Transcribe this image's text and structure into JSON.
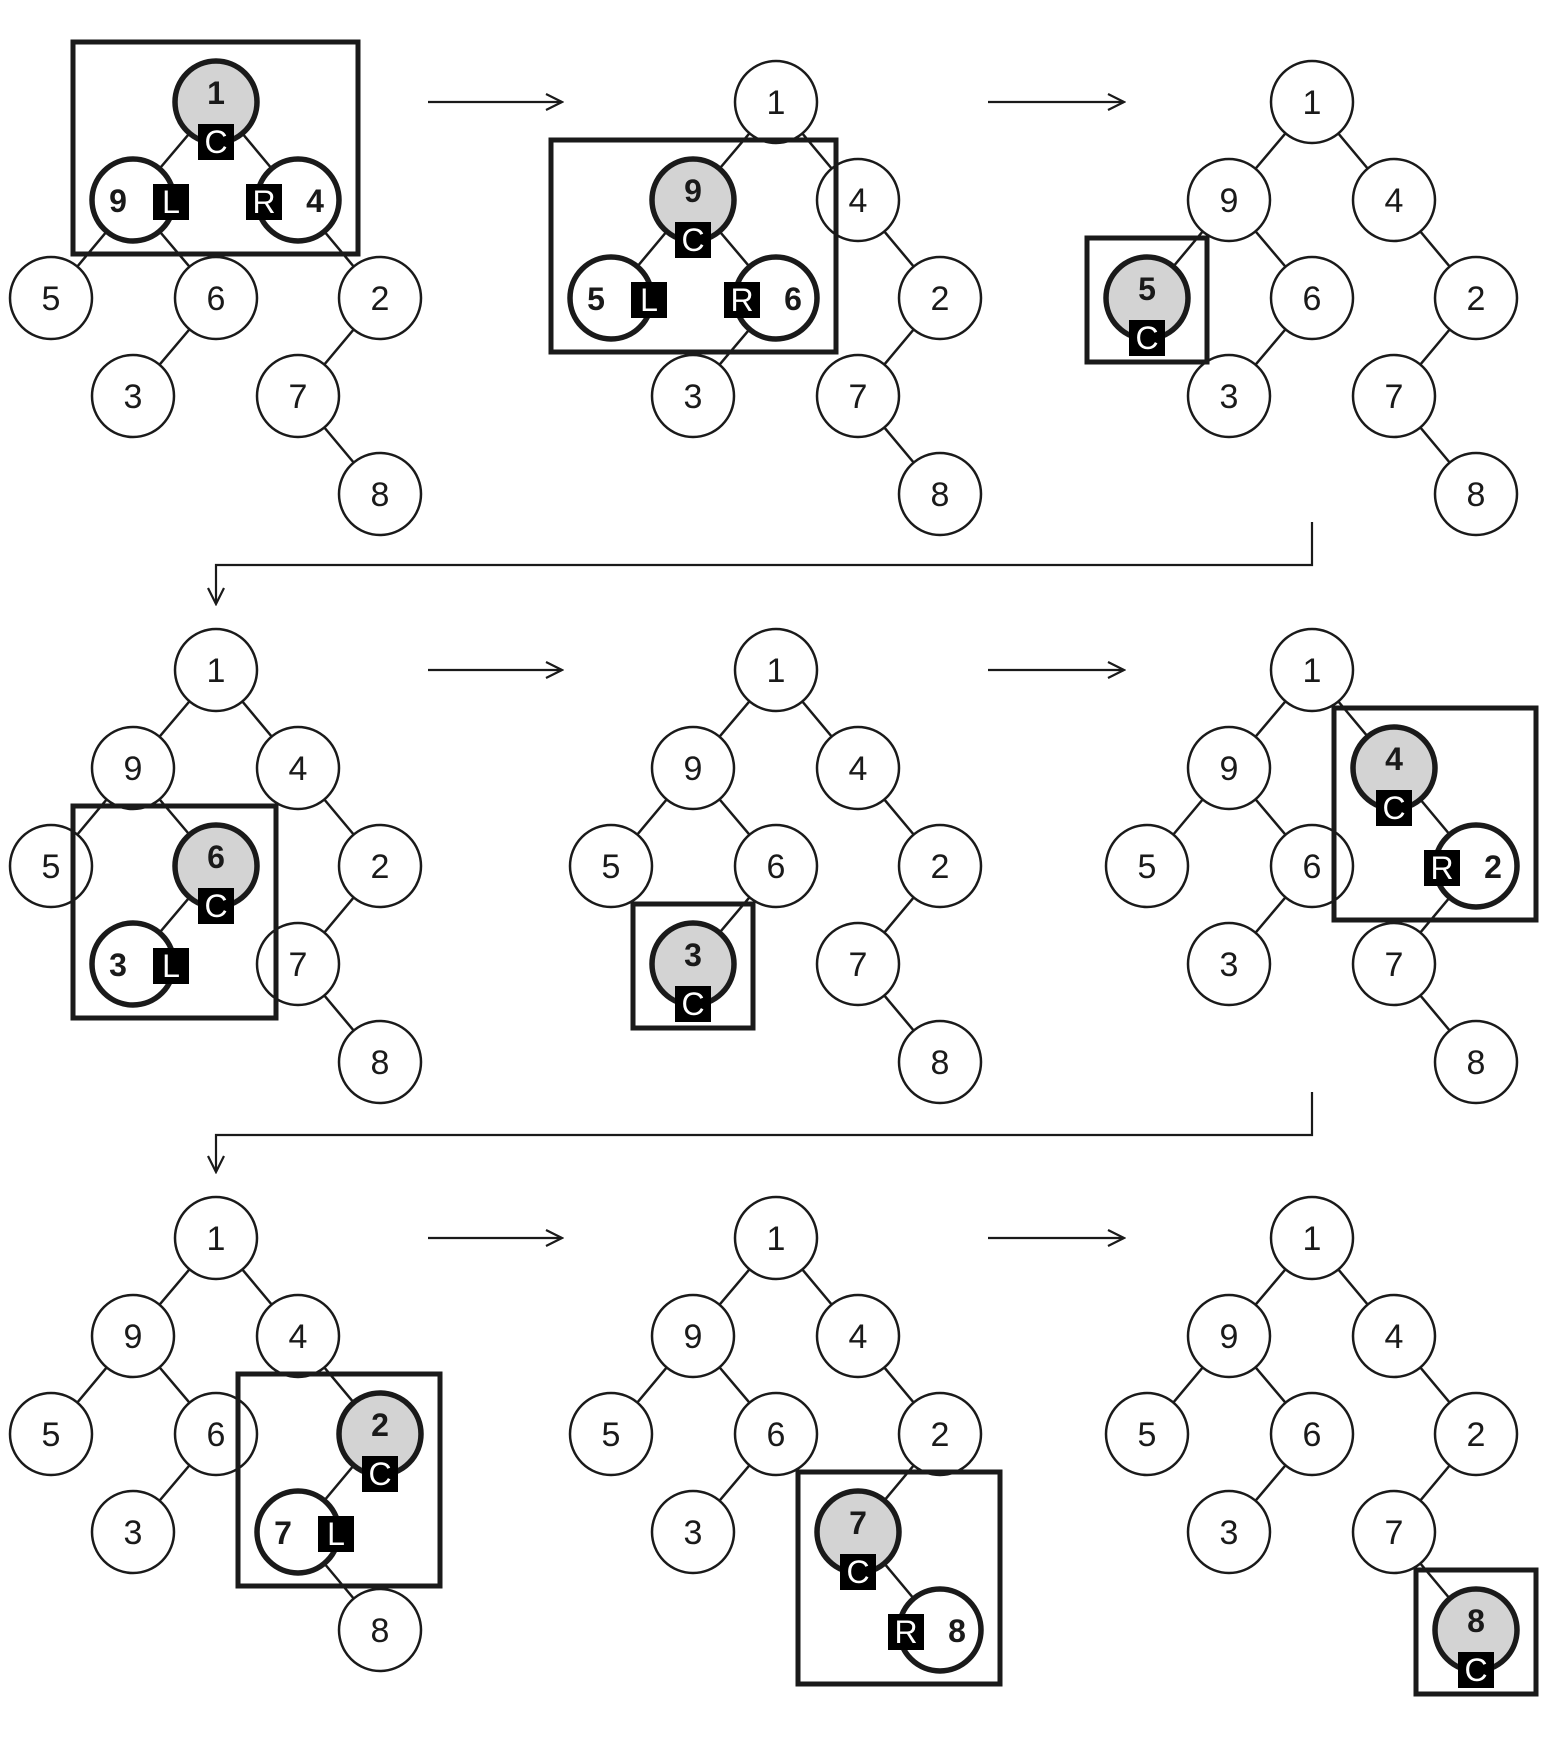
{
  "diagram": {
    "tree": {
      "nodes": [
        {
          "id": "1",
          "label": "1"
        },
        {
          "id": "9",
          "label": "9"
        },
        {
          "id": "4",
          "label": "4"
        },
        {
          "id": "5",
          "label": "5"
        },
        {
          "id": "6",
          "label": "6"
        },
        {
          "id": "2",
          "label": "2"
        },
        {
          "id": "3",
          "label": "3"
        },
        {
          "id": "7",
          "label": "7"
        },
        {
          "id": "8",
          "label": "8"
        }
      ],
      "edges": [
        [
          "1",
          "9"
        ],
        [
          "1",
          "4"
        ],
        [
          "9",
          "5"
        ],
        [
          "9",
          "6"
        ],
        [
          "4",
          "2"
        ],
        [
          "6",
          "3"
        ],
        [
          "2",
          "7"
        ],
        [
          "7",
          "8"
        ]
      ]
    },
    "tags": {
      "current": "C",
      "left": "L",
      "right": "R"
    },
    "steps": [
      {
        "current": "1",
        "left": "9",
        "right": "4"
      },
      {
        "current": "9",
        "left": "5",
        "right": "6"
      },
      {
        "current": "5",
        "left": null,
        "right": null
      },
      {
        "current": "6",
        "left": "3",
        "right": null
      },
      {
        "current": "3",
        "left": null,
        "right": null
      },
      {
        "current": "4",
        "left": null,
        "right": "2"
      },
      {
        "current": "2",
        "left": "7",
        "right": null
      },
      {
        "current": "7",
        "left": null,
        "right": "8"
      },
      {
        "current": "8",
        "left": null,
        "right": null
      }
    ],
    "colors": {
      "highlight_fill": "#d3d3d3",
      "stroke": "#1a1a1a",
      "tag_fill": "#000000",
      "tag_text": "#ffffff",
      "background": "#ffffff"
    }
  }
}
